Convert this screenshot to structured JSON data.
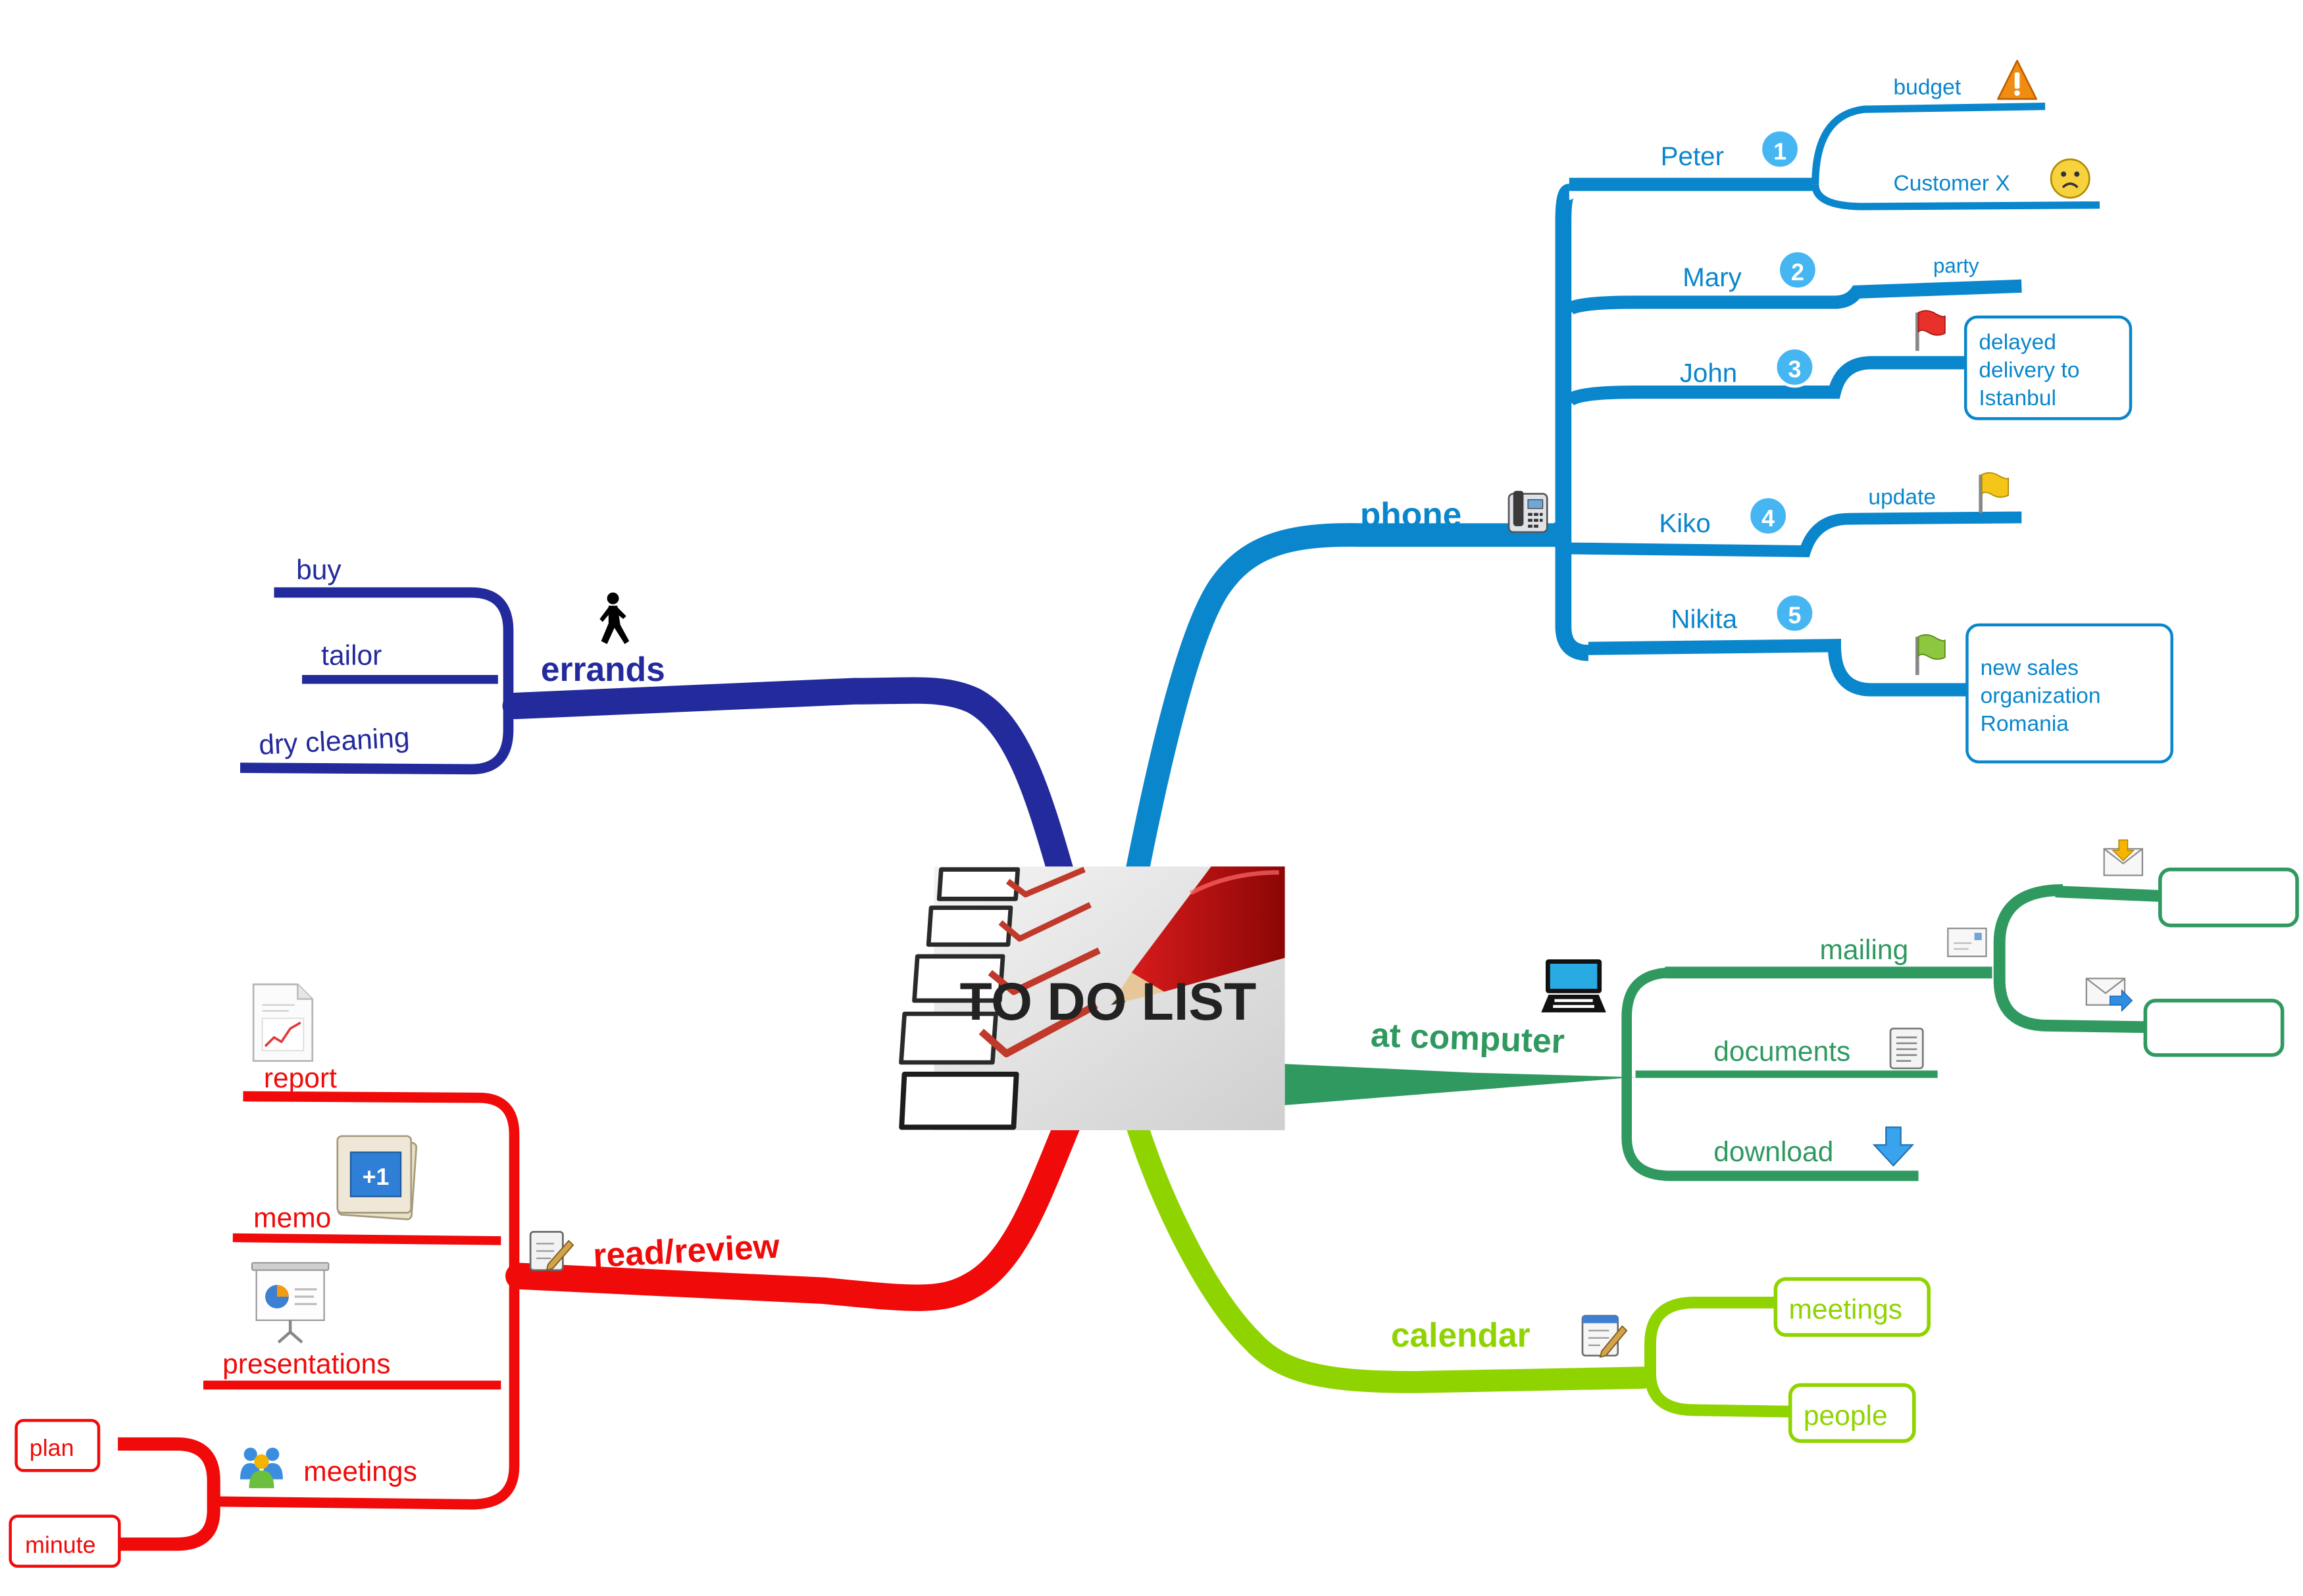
{
  "central_topic": {
    "title": "TO DO LIST"
  },
  "colors": {
    "phone": "#0a86cc",
    "errands": "#232a9c",
    "read_review": "#f00a0a",
    "at_computer": "#2f9960",
    "calendar": "#8fd400",
    "badge": "#45b6f2"
  },
  "branches": {
    "phone": {
      "label": "phone",
      "icon": "telephone-icon",
      "children": [
        {
          "label": "Peter",
          "priority": "1",
          "topics": [
            {
              "label": "budget",
              "icon": "warning-icon"
            },
            {
              "label": "Customer X",
              "icon": "sad-face-icon"
            }
          ]
        },
        {
          "label": "Mary",
          "priority": "2",
          "topics": [
            {
              "label": "party"
            }
          ]
        },
        {
          "label": "John",
          "priority": "3",
          "topics": [
            {
              "label": "delayed delivery to Istanbul",
              "lines": [
                "delayed",
                "delivery to",
                "Istanbul"
              ],
              "icon": "red-flag-icon"
            }
          ]
        },
        {
          "label": "Kiko",
          "priority": "4",
          "topics": [
            {
              "label": "update",
              "icon": "yellow-flag-icon"
            }
          ]
        },
        {
          "label": "Nikita",
          "priority": "5",
          "topics": [
            {
              "label": "new sales organization Romania",
              "lines": [
                "new sales",
                "organization",
                "Romania"
              ],
              "icon": "green-flag-icon"
            }
          ]
        }
      ]
    },
    "errands": {
      "label": "errands",
      "icon": "walking-person-icon",
      "children": [
        {
          "label": "buy"
        },
        {
          "label": "tailor"
        },
        {
          "label": "dry cleaning"
        }
      ]
    },
    "read_review": {
      "label": "read/review",
      "icon": "notepad-icon",
      "children": [
        {
          "label": "report",
          "icon": "report-document-icon"
        },
        {
          "label": "memo",
          "icon": "memo-plus-one-icon"
        },
        {
          "label": "presentations",
          "icon": "presentation-board-icon"
        },
        {
          "label": "meetings",
          "icon": "people-group-icon",
          "children": [
            {
              "label": "plan"
            },
            {
              "label": "minute"
            }
          ]
        }
      ]
    },
    "at_computer": {
      "label": "at computer",
      "icon": "laptop-icon",
      "children": [
        {
          "label": "mailing",
          "icon": "envelope-icon",
          "children": [
            {
              "label": "",
              "icon": "envelope-incoming-icon"
            },
            {
              "label": "",
              "icon": "envelope-outgoing-icon"
            }
          ]
        },
        {
          "label": "documents",
          "icon": "document-list-icon"
        },
        {
          "label": "download",
          "icon": "download-arrow-icon"
        }
      ]
    },
    "calendar": {
      "label": "calendar",
      "icon": "calendar-edit-icon",
      "children": [
        {
          "label": "meetings"
        },
        {
          "label": "people"
        }
      ]
    }
  }
}
